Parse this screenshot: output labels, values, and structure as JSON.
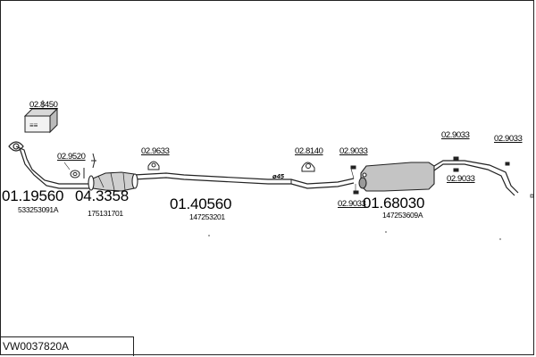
{
  "diagram": {
    "kit_code": "VW0037820A",
    "main_parts": [
      {
        "id": "front-pipe",
        "code": "01.19560",
        "ref": "533253091A"
      },
      {
        "id": "catalyst",
        "code": "04.3358",
        "ref": "175131701"
      },
      {
        "id": "middle-pipe",
        "code": "01.40560",
        "ref": "147253201"
      },
      {
        "id": "rear-silencer",
        "code": "01.68030",
        "ref": "147253609A"
      }
    ],
    "accessories": {
      "mount_kit": "02.8450",
      "gasket_front": "02.9520",
      "clamp_cat": "02.9633",
      "clamp_mid": "02.8140",
      "hanger_a": "02.9033",
      "hanger_b": "02.9033",
      "hanger_c": "02.9033",
      "hanger_d": "02.9033",
      "hanger_e": "02.9033"
    },
    "diameter_mark": "ø45"
  }
}
